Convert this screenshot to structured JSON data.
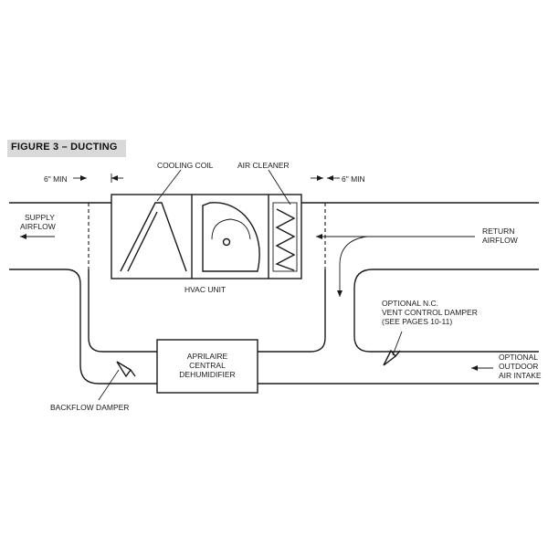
{
  "figure": {
    "title": "FIGURE 3 – DUCTING"
  },
  "labels": {
    "min_left": "6\" MIN",
    "min_right": "6\" MIN",
    "cooling_coil": "COOLING COIL",
    "air_cleaner": "AIR CLEANER",
    "supply_airflow": [
      "SUPPLY",
      "AIRFLOW"
    ],
    "return_airflow": [
      "RETURN",
      "AIRFLOW"
    ],
    "hvac_unit": "HVAC UNIT",
    "vent_damper": [
      "OPTIONAL N.C.",
      "VENT CONTROL DAMPER",
      "(SEE PAGES 10-11)"
    ],
    "dehumidifier": [
      "APRILAIRE",
      "CENTRAL",
      "DEHUMIDIFIER"
    ],
    "outdoor_intake": [
      "OPTIONAL",
      "OUTDOOR",
      "AIR INTAKE"
    ],
    "backflow_damper": "BACKFLOW DAMPER"
  },
  "colors": {
    "line": "#1a1a1a",
    "header_bg": "#d9d9d9",
    "background": "#ffffff"
  }
}
